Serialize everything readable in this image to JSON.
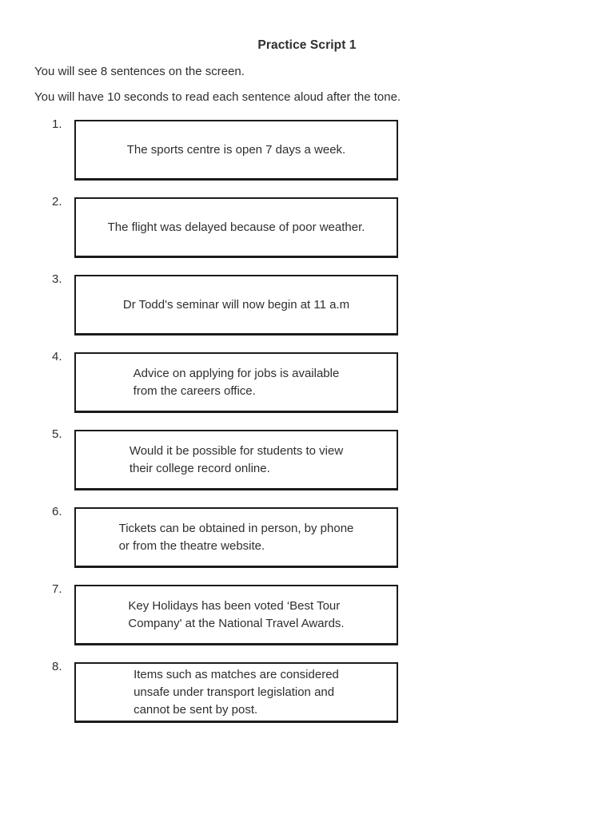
{
  "title": "Practice Script 1",
  "instructions": [
    "You will see 8 sentences on the screen.",
    "You will have 10 seconds to read each sentence aloud after the tone."
  ],
  "items": [
    {
      "number": "1.",
      "text": "The sports centre is open 7 days a week."
    },
    {
      "number": "2.",
      "text": "The flight was delayed because of poor weather."
    },
    {
      "number": "3.",
      "text": "Dr Todd's seminar will now begin at 11 a.m"
    },
    {
      "number": "4.",
      "text": "Advice on applying for jobs is available\nfrom the careers office."
    },
    {
      "number": "5.",
      "text": "Would it be possible for students to view\ntheir college record online."
    },
    {
      "number": "6.",
      "text": "Tickets can be obtained in person, by phone\nor from the theatre website."
    },
    {
      "number": "7.",
      "text": "Key Holidays has been voted ‘Best Tour\nCompany' at the National Travel Awards."
    },
    {
      "number": "8.",
      "text": "Items such as matches are considered\nunsafe under transport legislation and\ncannot be sent by post."
    }
  ],
  "colors": {
    "text": "#2e2e2e",
    "border": "#1b1b1b",
    "background": "#ffffff"
  }
}
